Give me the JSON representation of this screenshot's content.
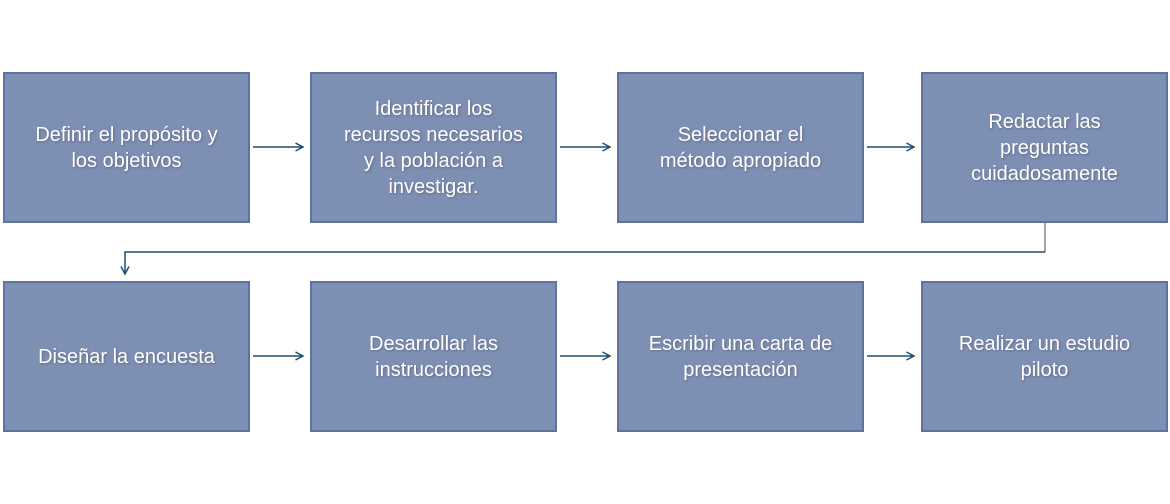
{
  "colors": {
    "box-fill": "#7E8FB4",
    "box-border": "#5D74A3",
    "arrow-color": "#1F4E6E",
    "connector-gray": "#A6A6A6",
    "box-text": "#FFFFFF",
    "canvas-bg": "#FFFFFF"
  },
  "steps": [
    {
      "label": "Definir el propósito y los objetivos"
    },
    {
      "label": "Identificar los recursos necesarios y la población a investigar."
    },
    {
      "label": "Seleccionar el método apropiado"
    },
    {
      "label": "Redactar las preguntas cuidadosamente"
    },
    {
      "label": "Diseñar la encuesta"
    },
    {
      "label": "Desarrollar las instrucciones"
    },
    {
      "label": "Escribir una carta de presentación"
    },
    {
      "label": "Realizar un estudio piloto"
    }
  ]
}
